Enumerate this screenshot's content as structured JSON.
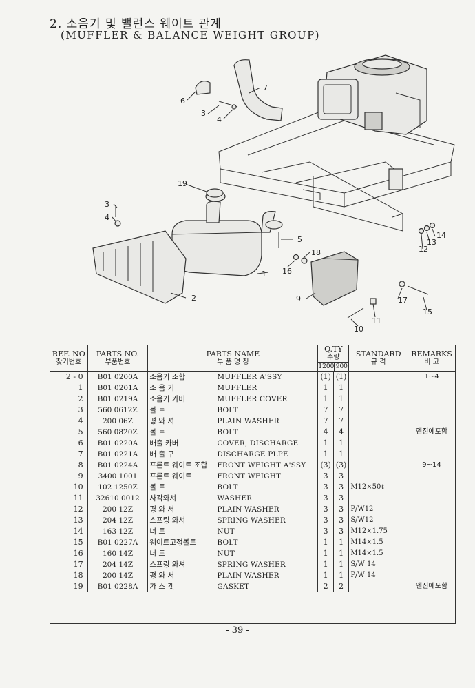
{
  "header": {
    "title_ko": "2. 소음기 및 밸런스 웨이트 관계",
    "title_en": "(MUFFLER & BALANCE WEIGHT GROUP)"
  },
  "diagram": {
    "callouts": [
      "7",
      "6",
      "3",
      "4",
      "19",
      "3",
      "4",
      "5",
      "18",
      "16",
      "1",
      "2",
      "9",
      "17",
      "11",
      "10",
      "15",
      "14",
      "13",
      "12"
    ]
  },
  "table": {
    "headers": {
      "ref": "REF. NO",
      "ref_ko": "찾기번호",
      "parts_no": "PARTS NO.",
      "parts_no_ko": "부품번호",
      "parts_name": "PARTS NAME",
      "parts_name_ko": "부 품 명 칭",
      "qty": "Q.TY",
      "qty_ko": "수량",
      "qty_a": "1200",
      "qty_b": "900",
      "standard": "STANDARD",
      "standard_ko": "규 격",
      "remarks": "REMARKS",
      "remarks_ko": "비 고"
    },
    "rows": [
      {
        "ref": "2 -  0",
        "no": "B01 0200A",
        "ko": "소음기 조합",
        "en": "MUFFLER A'SSY",
        "q1": "(1)",
        "q2": "(1)",
        "std": "",
        "rem": "1~4"
      },
      {
        "ref": "1",
        "no": "B01 0201A",
        "ko": "소 음 기",
        "en": "MUFFLER",
        "q1": "1",
        "q2": "1",
        "std": "",
        "rem": ""
      },
      {
        "ref": "2",
        "no": "B01 0219A",
        "ko": "소음기 카버",
        "en": "MUFFLER COVER",
        "q1": "1",
        "q2": "1",
        "std": "",
        "rem": ""
      },
      {
        "ref": "3",
        "no": "560 0612Z",
        "ko": "볼      트",
        "en": "BOLT",
        "q1": "7",
        "q2": "7",
        "std": "",
        "rem": ""
      },
      {
        "ref": "4",
        "no": "200 06Z",
        "ko": "평 와 셔",
        "en": "PLAIN WASHER",
        "q1": "7",
        "q2": "7",
        "std": "",
        "rem": ""
      },
      {
        "ref": "5",
        "no": "560 0820Z",
        "ko": "볼      트",
        "en": "BOLT",
        "q1": "4",
        "q2": "4",
        "std": "",
        "rem": "엔진에포함"
      },
      {
        "ref": "6",
        "no": "B01 0220A",
        "ko": "배출 카버",
        "en": "COVER, DISCHARGE",
        "q1": "1",
        "q2": "1",
        "std": "",
        "rem": ""
      },
      {
        "ref": "7",
        "no": "B01 0221A",
        "ko": "배 출 구",
        "en": "DISCHARGE PLPE",
        "q1": "1",
        "q2": "1",
        "std": "",
        "rem": ""
      },
      {
        "ref": "8",
        "no": "B01 0224A",
        "ko": "프론트 웨이트 조합",
        "en": "FRONT WEIGHT A'SSY",
        "q1": "(3)",
        "q2": "(3)",
        "std": "",
        "rem": "9~14"
      },
      {
        "ref": "9",
        "no": "3400 1001",
        "ko": "프론트 웨이트",
        "en": "FRONT WEIGHT",
        "q1": "3",
        "q2": "3",
        "std": "",
        "rem": ""
      },
      {
        "ref": "10",
        "no": "102 1250Z",
        "ko": "볼      트",
        "en": "BOLT",
        "q1": "3",
        "q2": "3",
        "std": "M12×50ℓ",
        "rem": ""
      },
      {
        "ref": "11",
        "no": "32610 0012",
        "ko": "사각와셔",
        "en": "WASHER",
        "q1": "3",
        "q2": "3",
        "std": "",
        "rem": ""
      },
      {
        "ref": "12",
        "no": "200 12Z",
        "ko": "평 와 서",
        "en": "PLAIN WASHER",
        "q1": "3",
        "q2": "3",
        "std": "P/W12",
        "rem": ""
      },
      {
        "ref": "13",
        "no": "204 12Z",
        "ko": "스프링 와셔",
        "en": "SPRING WASHER",
        "q1": "3",
        "q2": "3",
        "std": "S/W12",
        "rem": ""
      },
      {
        "ref": "14",
        "no": "163 12Z",
        "ko": "너      트",
        "en": "NUT",
        "q1": "3",
        "q2": "3",
        "std": "M12×1.75",
        "rem": ""
      },
      {
        "ref": "15",
        "no": "B01 0227A",
        "ko": "웨이트고정볼트",
        "en": "BOLT",
        "q1": "1",
        "q2": "1",
        "std": "M14×1.5",
        "rem": ""
      },
      {
        "ref": "16",
        "no": "160 14Z",
        "ko": "너      트",
        "en": "NUT",
        "q1": "1",
        "q2": "1",
        "std": "M14×1.5",
        "rem": ""
      },
      {
        "ref": "17",
        "no": "204 14Z",
        "ko": "스프링 와셔",
        "en": "SPRING WASHER",
        "q1": "1",
        "q2": "1",
        "std": "S/W 14",
        "rem": ""
      },
      {
        "ref": "18",
        "no": "200 14Z",
        "ko": "평 와 서",
        "en": "PLAIN WASHER",
        "q1": "1",
        "q2": "1",
        "std": "P/W 14",
        "rem": ""
      },
      {
        "ref": "19",
        "no": "B01 0228A",
        "ko": "가 스 켓",
        "en": "GASKET",
        "q1": "2",
        "q2": "2",
        "std": "",
        "rem": "엔진에포함"
      }
    ]
  },
  "footer": {
    "page": "- 39 -"
  }
}
